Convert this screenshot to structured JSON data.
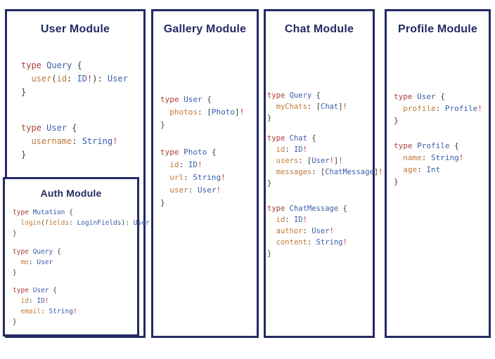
{
  "colors": {
    "navy": "#242a64",
    "keyword_red": "#aa4039",
    "type_blue": "#3a5dab",
    "property_orange": "#c07a3c",
    "punctuation_gray": "#3d3d3d",
    "bang_red": "#c23b2e",
    "background": "#ffffff"
  },
  "panels": [
    {
      "title": "User Module",
      "blocks": [
        [
          [
            [
              "type",
              "kw"
            ],
            [
              " ",
              "pu"
            ],
            [
              "Query",
              "ty"
            ],
            [
              " {",
              "pu"
            ]
          ],
          [
            [
              "  ",
              "pu"
            ],
            [
              "user",
              "pr"
            ],
            [
              "(",
              "pu"
            ],
            [
              "id",
              "pr"
            ],
            [
              ": ",
              "pu"
            ],
            [
              "ID",
              "ty"
            ],
            [
              "!",
              "bg"
            ],
            [
              "): ",
              "pu"
            ],
            [
              "User",
              "ty"
            ]
          ],
          [
            [
              "}",
              "pu"
            ]
          ]
        ],
        [
          [
            [
              "type",
              "kw"
            ],
            [
              " ",
              "pu"
            ],
            [
              "User",
              "ty"
            ],
            [
              " {",
              "pu"
            ]
          ],
          [
            [
              "  ",
              "pu"
            ],
            [
              "username",
              "pr"
            ],
            [
              ": ",
              "pu"
            ],
            [
              "String",
              "ty"
            ],
            [
              "!",
              "bg"
            ]
          ],
          [
            [
              "}",
              "pu"
            ]
          ]
        ]
      ]
    },
    {
      "title": "Gallery Module",
      "blocks": [
        [
          [
            [
              "type",
              "kw"
            ],
            [
              " ",
              "pu"
            ],
            [
              "User",
              "ty"
            ],
            [
              " {",
              "pu"
            ]
          ],
          [
            [
              "  ",
              "pu"
            ],
            [
              "photos",
              "pr"
            ],
            [
              ": [",
              "pu"
            ],
            [
              "Photo",
              "ty"
            ],
            [
              "]",
              "pu"
            ],
            [
              "!",
              "bg"
            ]
          ],
          [
            [
              "}",
              "pu"
            ]
          ]
        ],
        [
          [
            [
              "type",
              "kw"
            ],
            [
              " ",
              "pu"
            ],
            [
              "Photo",
              "ty"
            ],
            [
              " {",
              "pu"
            ]
          ],
          [
            [
              "  ",
              "pu"
            ],
            [
              "id",
              "pr"
            ],
            [
              ": ",
              "pu"
            ],
            [
              "ID",
              "ty"
            ],
            [
              "!",
              "bg"
            ]
          ],
          [
            [
              "  ",
              "pu"
            ],
            [
              "url",
              "pr"
            ],
            [
              ": ",
              "pu"
            ],
            [
              "String",
              "ty"
            ],
            [
              "!",
              "bg"
            ]
          ],
          [
            [
              "  ",
              "pu"
            ],
            [
              "user",
              "pr"
            ],
            [
              ": ",
              "pu"
            ],
            [
              "User",
              "ty"
            ],
            [
              "!",
              "bg"
            ]
          ],
          [
            [
              "}",
              "pu"
            ]
          ]
        ]
      ]
    },
    {
      "title": "Chat Module",
      "blocks": [
        [
          [
            [
              "type",
              "kw"
            ],
            [
              " ",
              "pu"
            ],
            [
              "Query",
              "ty"
            ],
            [
              " {",
              "pu"
            ]
          ],
          [
            [
              "  ",
              "pu"
            ],
            [
              "myChats",
              "pr"
            ],
            [
              ": [",
              "pu"
            ],
            [
              "Chat",
              "ty"
            ],
            [
              "]",
              "pu"
            ],
            [
              "!",
              "bg"
            ]
          ],
          [
            [
              "}",
              "pu"
            ]
          ]
        ],
        [
          [
            [
              "type",
              "kw"
            ],
            [
              " ",
              "pu"
            ],
            [
              "Chat",
              "ty"
            ],
            [
              " {",
              "pu"
            ]
          ],
          [
            [
              "  ",
              "pu"
            ],
            [
              "id",
              "pr"
            ],
            [
              ": ",
              "pu"
            ],
            [
              "ID",
              "ty"
            ],
            [
              "!",
              "bg"
            ]
          ],
          [
            [
              "  ",
              "pu"
            ],
            [
              "users",
              "pr"
            ],
            [
              ": [",
              "pu"
            ],
            [
              "User",
              "ty"
            ],
            [
              "!",
              "bg"
            ],
            [
              "]",
              "pu"
            ],
            [
              "!",
              "bg"
            ]
          ],
          [
            [
              "  ",
              "pu"
            ],
            [
              "messages",
              "pr"
            ],
            [
              ": [",
              "pu"
            ],
            [
              "ChatMessage",
              "ty"
            ],
            [
              "]",
              "pu"
            ],
            [
              "!",
              "bg"
            ]
          ],
          [
            [
              "}",
              "pu"
            ]
          ]
        ],
        [
          [
            [
              "type",
              "kw"
            ],
            [
              " ",
              "pu"
            ],
            [
              "ChatMessage",
              "ty"
            ],
            [
              " {",
              "pu"
            ]
          ],
          [
            [
              "  ",
              "pu"
            ],
            [
              "id",
              "pr"
            ],
            [
              ": ",
              "pu"
            ],
            [
              "ID",
              "ty"
            ],
            [
              "!",
              "bg"
            ]
          ],
          [
            [
              "  ",
              "pu"
            ],
            [
              "author",
              "pr"
            ],
            [
              ": ",
              "pu"
            ],
            [
              "User",
              "ty"
            ],
            [
              "!",
              "bg"
            ]
          ],
          [
            [
              "  ",
              "pu"
            ],
            [
              "content",
              "pr"
            ],
            [
              ": ",
              "pu"
            ],
            [
              "String",
              "ty"
            ],
            [
              "!",
              "bg"
            ]
          ],
          [
            [
              "}",
              "pu"
            ]
          ]
        ]
      ]
    },
    {
      "title": "Profile Module",
      "blocks": [
        [
          [
            [
              "type",
              "kw"
            ],
            [
              " ",
              "pu"
            ],
            [
              "User",
              "ty"
            ],
            [
              " {",
              "pu"
            ]
          ],
          [
            [
              "  ",
              "pu"
            ],
            [
              "profile",
              "pr"
            ],
            [
              ": ",
              "pu"
            ],
            [
              "Profile",
              "ty"
            ],
            [
              "!",
              "bg"
            ]
          ],
          [
            [
              "}",
              "pu"
            ]
          ]
        ],
        [
          [
            [
              "type",
              "kw"
            ],
            [
              " ",
              "pu"
            ],
            [
              "Profile",
              "ty"
            ],
            [
              " {",
              "pu"
            ]
          ],
          [
            [
              "  ",
              "pu"
            ],
            [
              "name",
              "pr"
            ],
            [
              ": ",
              "pu"
            ],
            [
              "String",
              "ty"
            ],
            [
              "!",
              "bg"
            ]
          ],
          [
            [
              "  ",
              "pu"
            ],
            [
              "age",
              "pr"
            ],
            [
              ": ",
              "pu"
            ],
            [
              "Int",
              "ty"
            ]
          ],
          [
            [
              "}",
              "pu"
            ]
          ]
        ]
      ]
    }
  ],
  "auth": {
    "title": "Auth Module",
    "blocks": [
      [
        [
          [
            "type",
            "kw"
          ],
          [
            " ",
            "pu"
          ],
          [
            "Mutation",
            "ty"
          ],
          [
            " {",
            "pu"
          ]
        ],
        [
          [
            "  ",
            "pu"
          ],
          [
            "login",
            "pr"
          ],
          [
            "(",
            "pu"
          ],
          [
            "fields",
            "pr"
          ],
          [
            ": ",
            "pu"
          ],
          [
            "LoginFields",
            "ty"
          ],
          [
            "): ",
            "pu"
          ],
          [
            "User",
            "ty"
          ]
        ],
        [
          [
            "}",
            "pu"
          ]
        ]
      ],
      [
        [
          [
            "type",
            "kw"
          ],
          [
            " ",
            "pu"
          ],
          [
            "Query",
            "ty"
          ],
          [
            " {",
            "pu"
          ]
        ],
        [
          [
            "  ",
            "pu"
          ],
          [
            "me",
            "pr"
          ],
          [
            ": ",
            "pu"
          ],
          [
            "User",
            "ty"
          ]
        ],
        [
          [
            "}",
            "pu"
          ]
        ]
      ],
      [
        [
          [
            "type",
            "kw"
          ],
          [
            " ",
            "pu"
          ],
          [
            "User",
            "ty"
          ],
          [
            " {",
            "pu"
          ]
        ],
        [
          [
            "  ",
            "pu"
          ],
          [
            "id",
            "pr"
          ],
          [
            ": ",
            "pu"
          ],
          [
            "ID",
            "ty"
          ],
          [
            "!",
            "bg"
          ]
        ],
        [
          [
            "  ",
            "pu"
          ],
          [
            "email",
            "pr"
          ],
          [
            ": ",
            "pu"
          ],
          [
            "String",
            "ty"
          ],
          [
            "!",
            "bg"
          ]
        ],
        [
          [
            "}",
            "pu"
          ]
        ]
      ]
    ]
  }
}
